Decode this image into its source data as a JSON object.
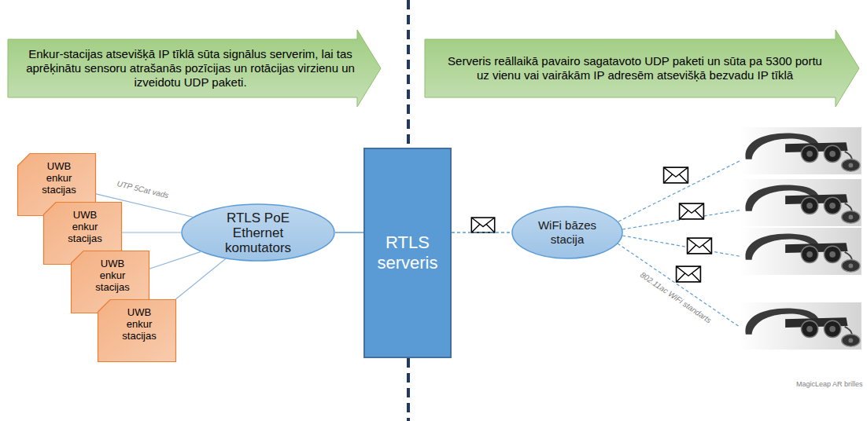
{
  "diagram": {
    "nodes": [
      {
        "text": [
          "Enkur-stacijas atsevišķā IP tīklā sūta signālus serverim, lai tas aprēķinātu sensoru atrašanās pozīcijas un rotācijas virzienu un izveidotu UDP paketi."
        ]
      },
      {
        "text": [
          "Serveris reāllaikā pavairo sagatavoto UDP paketi un sūta pa 5300 portu uz vienu vai vairākām IP adresēm atsevišķā bezvadu IP tīklā"
        ]
      },
      {
        "text": [
          "UWB enkur stacijas"
        ]
      },
      {
        "text": [
          "UWB enkur stacijas"
        ]
      },
      {
        "text": [
          "UWB enkur stacijas"
        ]
      },
      {
        "text": [
          "UWB enkur stacijas"
        ]
      },
      {
        "text": [
          "RTLS PoE Ethernet komutators"
        ]
      },
      {
        "text": [
          "RTLS serveris"
        ]
      },
      {
        "text": [
          "WiFi bāzes stacija"
        ]
      }
    ],
    "edges": [
      {
        "from": 2,
        "to": 6,
        "arrow": "none"
      },
      {
        "from": 3,
        "to": 6,
        "arrow": "none"
      },
      {
        "from": 4,
        "to": 6,
        "arrow": "none"
      },
      {
        "from": 5,
        "to": 6,
        "arrow": "none"
      },
      {
        "from": 6,
        "to": 7,
        "arrow": "none"
      },
      {
        "from": 7,
        "to": 8,
        "arrow": "none"
      }
    ],
    "labels": [
      "UTP 5Cat vads",
      "802.11ac WiFi standarts",
      "MagicLeap AR brilles"
    ]
  }
}
